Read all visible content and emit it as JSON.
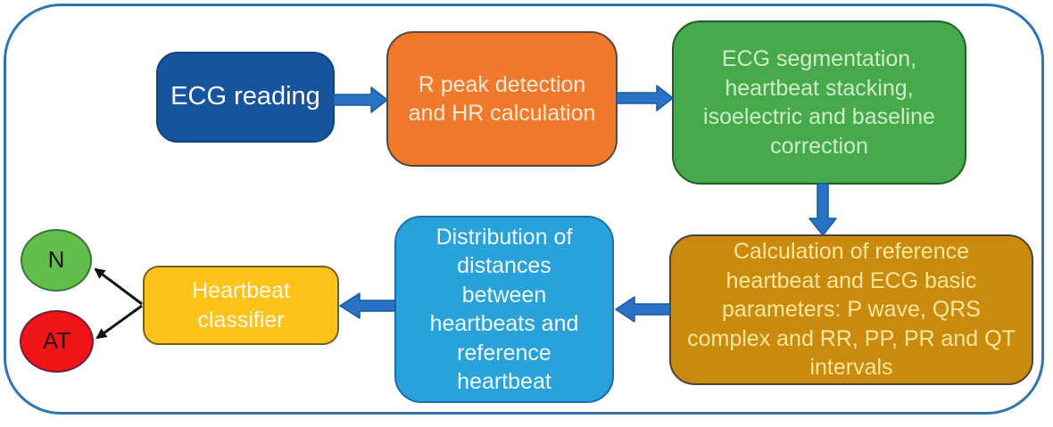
{
  "frame": {
    "border_color": "#2E74B5"
  },
  "arrows": {
    "blue_fill": "#2A72C6",
    "blue_stroke": "#1A5A9E",
    "black": "#111111"
  },
  "nodes": {
    "ecg_reading": {
      "lines": [
        "ECG reading"
      ],
      "fill": "#17549E",
      "border": "#10457F",
      "text": "#FFFFFF"
    },
    "r_peak_detection": {
      "lines": [
        "R peak detection",
        "and HR calculation"
      ],
      "fill": "#F0792B",
      "border": "#59473E",
      "text": "#FCE9D4"
    },
    "ecg_segmentation": {
      "lines": [
        "ECG segmentation,",
        "heartbeat stacking,",
        "isoelectric and baseline",
        "correction"
      ],
      "fill": "#46A94C",
      "border": "#1F5E26",
      "text": "#CDEDC5"
    },
    "reference_calculation": {
      "lines": [
        "Calculation of reference",
        "heartbeat and ECG basic",
        "parameters: P wave, QRS",
        "complex and RR, PP, PR and QT",
        "intervals"
      ],
      "fill": "#C98A0D",
      "border": "#4A443C",
      "text": "#FFE79C"
    },
    "distance_distribution": {
      "lines": [
        "Distribution of",
        "distances",
        "between",
        "heartbeats and",
        "reference",
        "heartbeat"
      ],
      "fill": "#29A1DB",
      "border": "#1B6FB0",
      "text": "#EFFAFE"
    },
    "heartbeat_classifier": {
      "lines": [
        "Heartbeat",
        "classifier"
      ],
      "fill": "#FFC21A",
      "border": "#6E6318",
      "text": "#FFFAE8"
    },
    "class_n": {
      "label": "N",
      "fill": "#63BD4B",
      "border": "#35773B",
      "text": "#151515"
    },
    "class_at": {
      "label": "AT",
      "fill": "#EE1418",
      "border": "#6E2139",
      "text": "#231010"
    }
  }
}
